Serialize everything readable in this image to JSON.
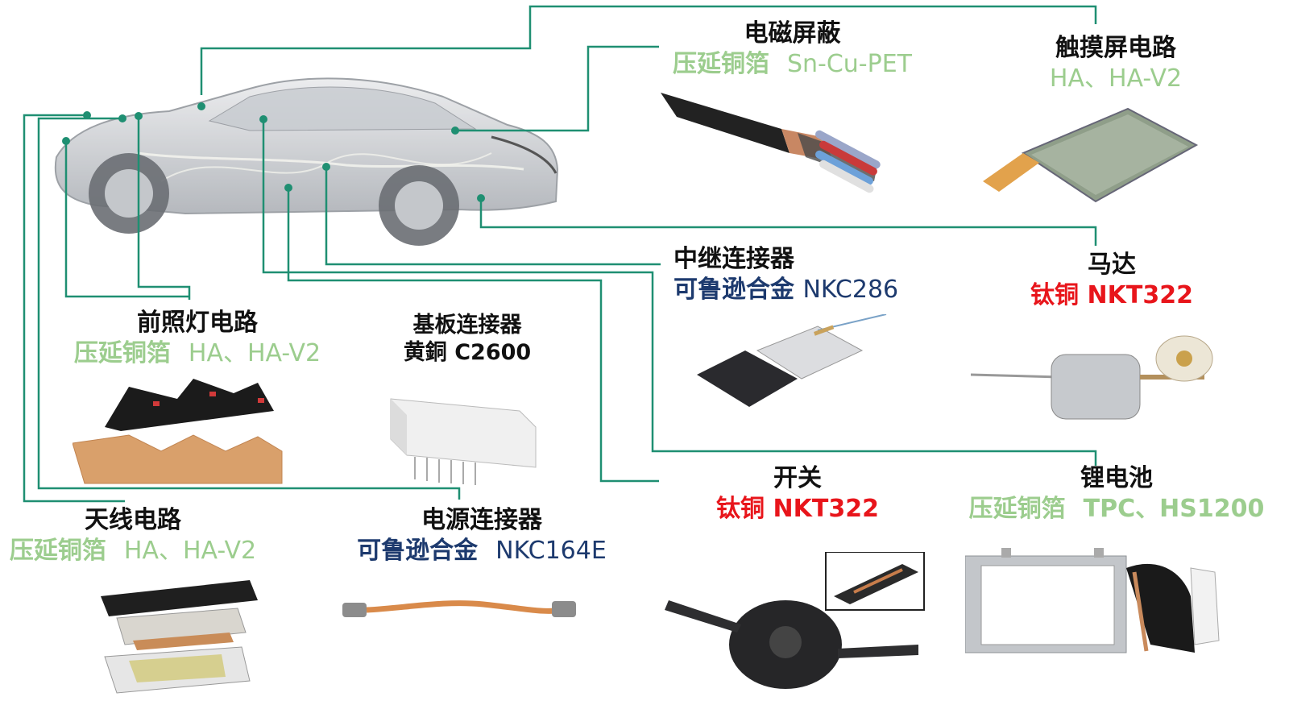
{
  "colors": {
    "connector_line": "#1f8f72",
    "material_green": "#9ccd8e",
    "material_navy": "#1d3a6e",
    "material_red": "#e8151b"
  },
  "car": {
    "icon": "transparent-car-illustration"
  },
  "parts": {
    "emi_shielding": {
      "title": "电磁屏蔽",
      "material": "压延铜箔",
      "grade": "Sn-Cu-PET",
      "icon": "shielded-cable-icon"
    },
    "touch_panel": {
      "title": "触摸屏电路",
      "material": "",
      "grade": "HA、HA-V2",
      "icon": "touch-panel-icon"
    },
    "relay_connector": {
      "title": "中继连接器",
      "material": "可鲁逊合金",
      "grade": "NKC286",
      "icon": "relay-connector-icon"
    },
    "motor": {
      "title": "马达",
      "material": "钛铜",
      "grade": "NKT322",
      "icon": "motor-icon"
    },
    "headlamp_circuit": {
      "title": "前照灯电路",
      "material": "压延铜箔",
      "grade": "HA、HA-V2",
      "icon": "flex-circuit-icon"
    },
    "board_connector": {
      "title": "基板连接器",
      "material": "黄銅",
      "grade": "C2600",
      "icon": "board-connector-icon"
    },
    "switch": {
      "title": "开关",
      "material": "钛铜",
      "grade": "NKT322",
      "icon": "steering-switch-icon"
    },
    "battery": {
      "title": "锂电池",
      "material": "压延铜箔",
      "grade": "TPC、HS1200",
      "icon": "lithium-battery-icon"
    },
    "antenna_circuit": {
      "title": "天线电路",
      "material": "压延铜箔",
      "grade": "HA、HA-V2",
      "icon": "antenna-module-icon"
    },
    "power_connector": {
      "title": "电源连接器",
      "material": "可鲁逊合金",
      "grade": "NKC164E",
      "icon": "power-cable-icon"
    }
  }
}
